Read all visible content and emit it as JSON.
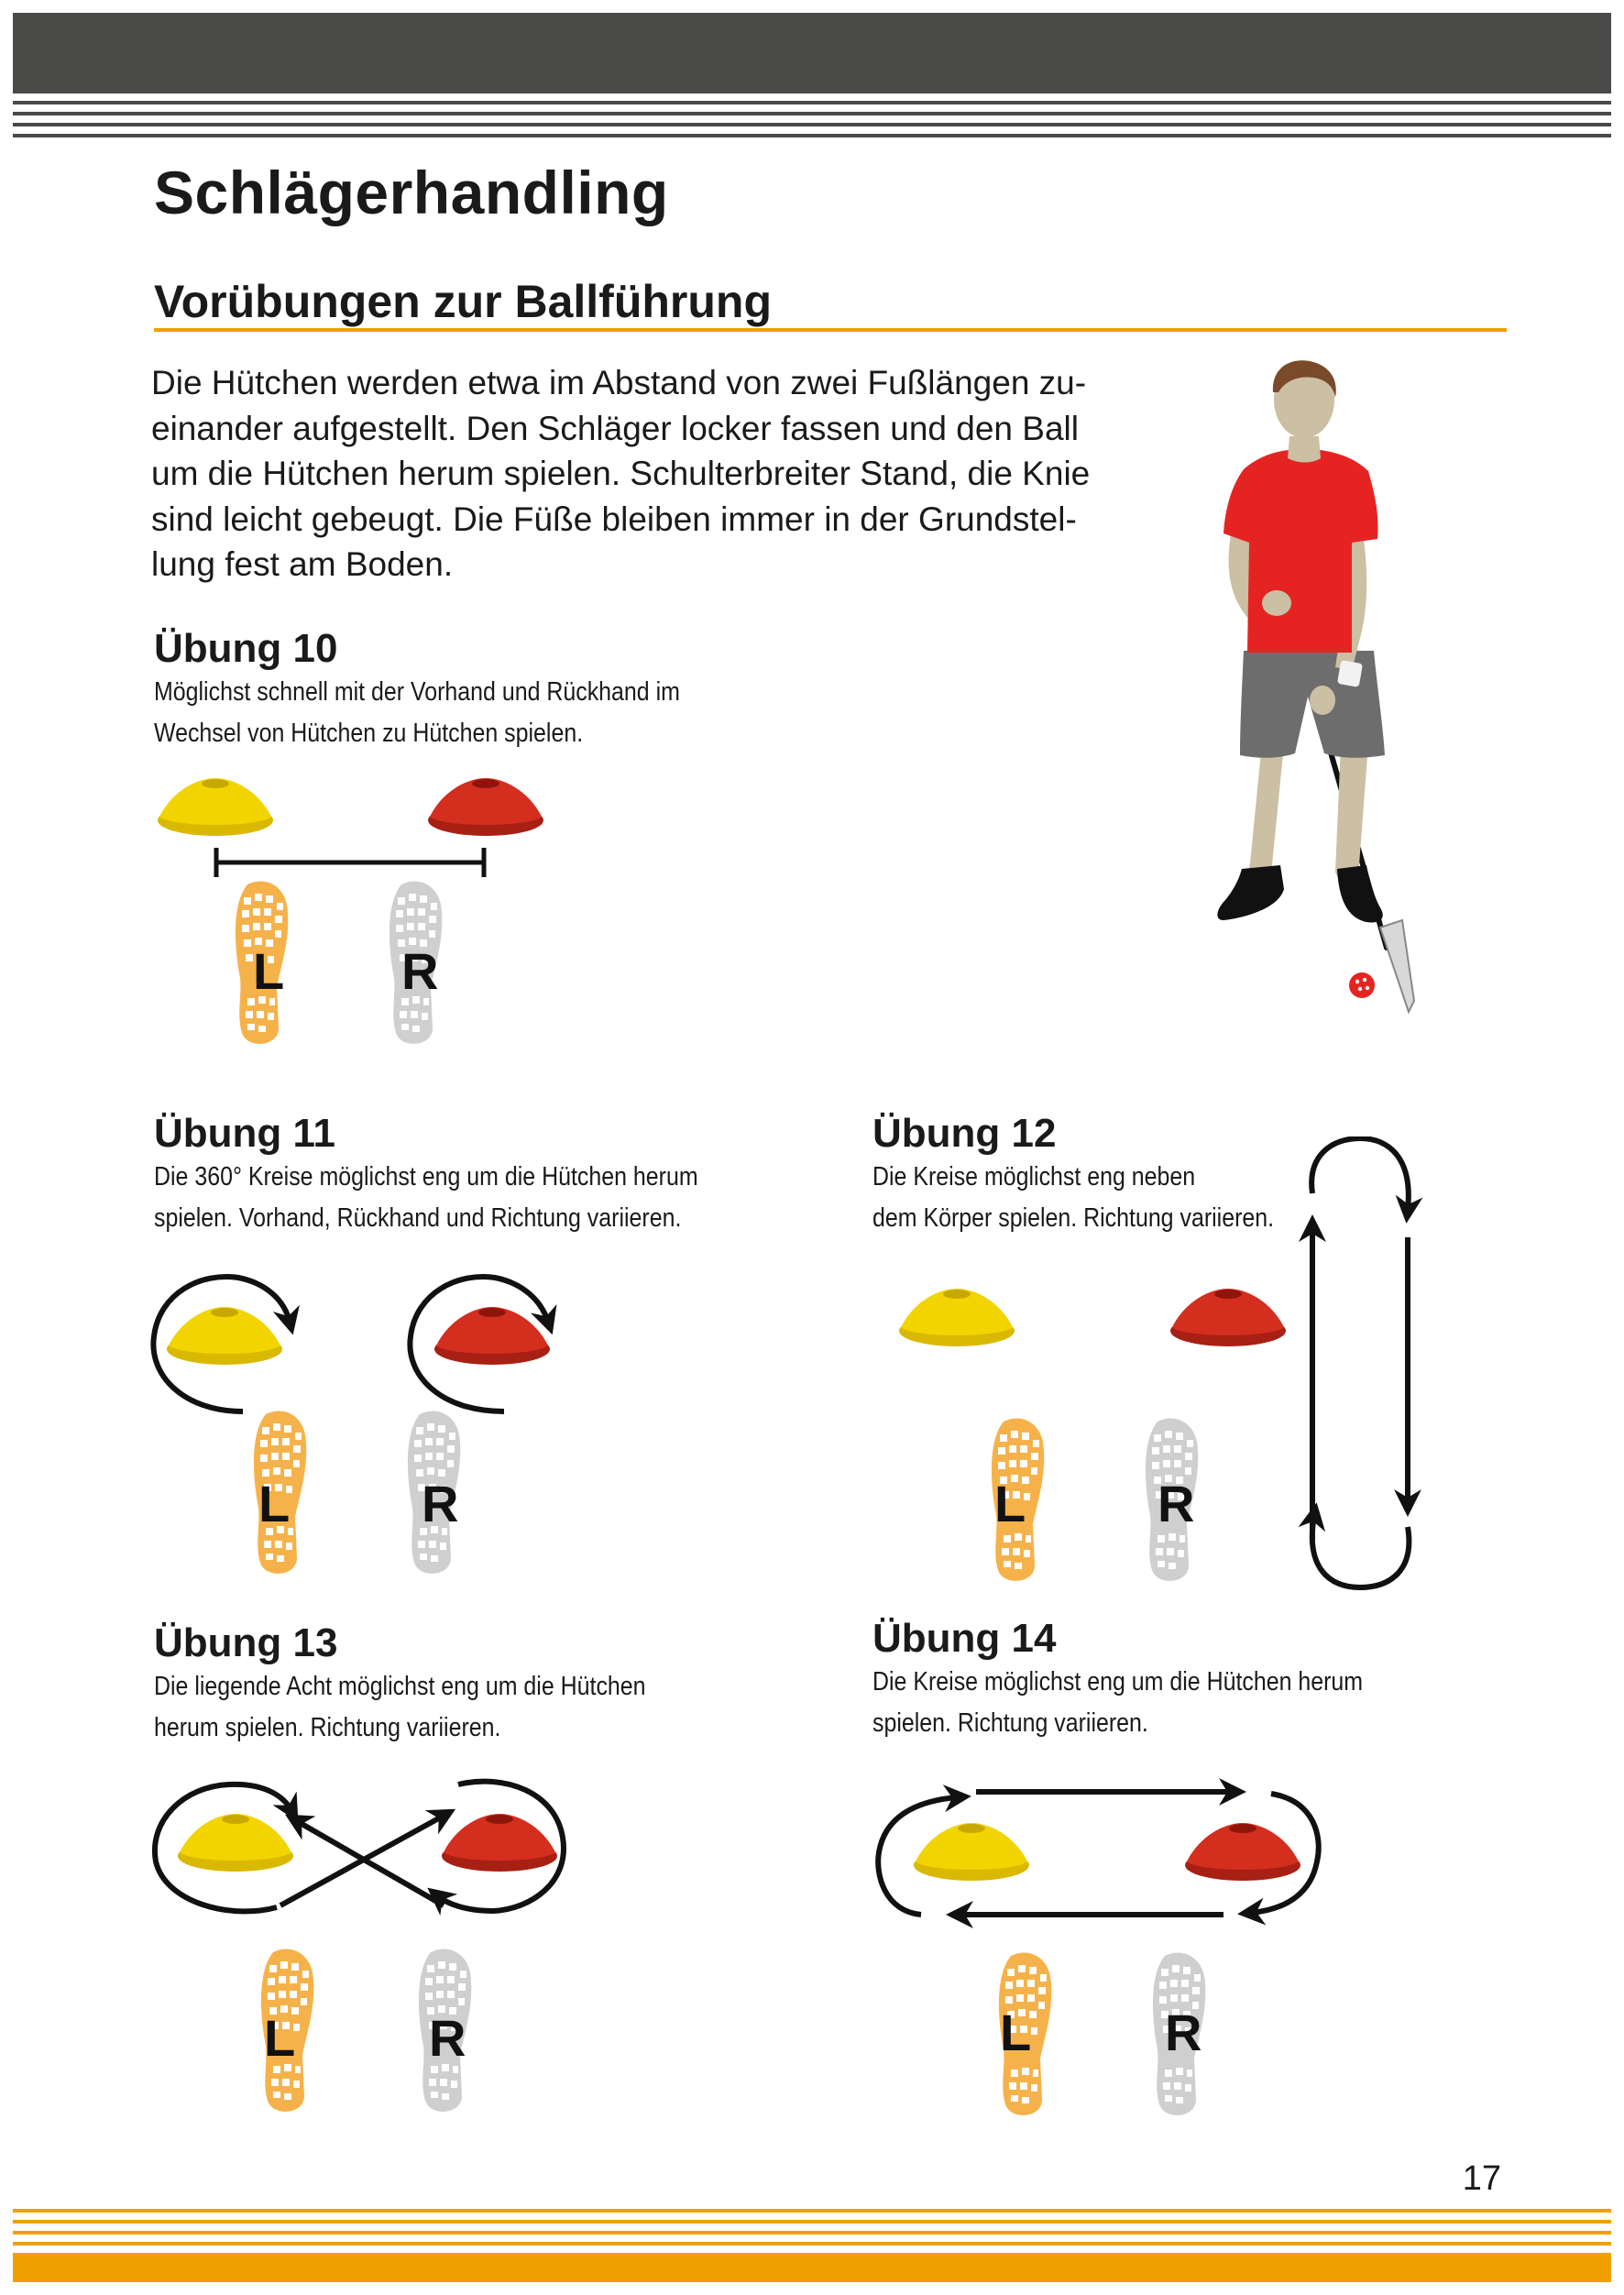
{
  "title": "Schlägerhandling",
  "subtitle": "Vorübungen zur Ballführung",
  "intro_lines": [
    "Die Hütchen werden etwa im Abstand von zwei Fußlängen zu-",
    "einander aufgestellt. Den Schläger locker fassen und den Ball",
    "um die Hütchen herum spielen.  Schulterbreiter Stand, die Knie",
    "sind leicht gebeugt. Die Füße bleiben immer in der Grundstel-",
    "lung fest am Boden."
  ],
  "exercises": [
    {
      "title": "Übung 10",
      "desc": [
        "Möglichst schnell mit der Vorhand und Rückhand im",
        "Wechsel von Hütchen zu Hütchen spielen."
      ]
    },
    {
      "title": "Übung 11",
      "desc": [
        "Die 360° Kreise möglichst eng um die Hütchen herum",
        "spielen. Vorhand, Rückhand und Richtung variieren."
      ]
    },
    {
      "title": "Übung 12",
      "desc": [
        "Die Kreise möglichst eng neben",
        "dem Körper spielen. Richtung variieren."
      ]
    },
    {
      "title": "Übung 13",
      "desc": [
        "Die liegende Acht möglichst eng um die Hütchen",
        "herum spielen. Richtung variieren."
      ]
    },
    {
      "title": "Übung 14",
      "desc": [
        "Die Kreise möglichst eng um die Hütchen herum",
        "spielen. Richtung variieren."
      ]
    }
  ],
  "foot_left": "L",
  "foot_right": "R",
  "page_number": "17",
  "colors": {
    "accent": "#f0a000",
    "header_bar": "#4a4a49",
    "cone_yellow": "#f2d400",
    "cone_red": "#d42e1f",
    "foot_orange": "#f6b24a",
    "foot_gray": "#cfcfcf",
    "jersey": "#e52421",
    "shorts": "#6d6d6d",
    "skin": "#cbbfa4"
  }
}
